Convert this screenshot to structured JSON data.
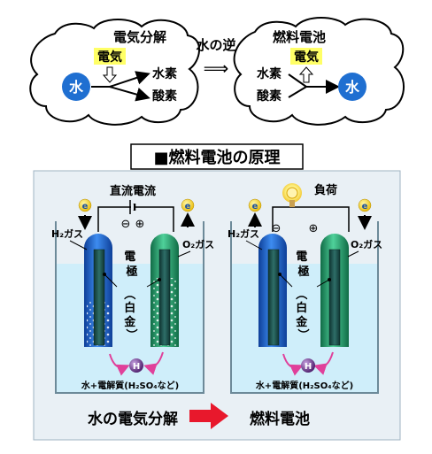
{
  "top": {
    "left": {
      "title": "電気分解",
      "energy_label": "電気",
      "input_circle": "水",
      "output_1": "水素",
      "output_2": "酸素"
    },
    "center_label": "水の逆",
    "arrow_glyph": "⟹",
    "right": {
      "title": "燃料電池",
      "energy_label": "電気",
      "input_1": "水素",
      "input_2": "酸素",
      "output_circle": "水"
    }
  },
  "section_title": "■燃料電池の原理",
  "electrolysis_panel": {
    "current_label": "直流電流",
    "minus_sign": "⊖",
    "plus_sign": "⊕",
    "electron": "e",
    "h2_gas": "H₂ガス",
    "o2_gas": "O₂ガス",
    "electrode_label": "電極",
    "electrode_material": "（白金）",
    "ion_label": "H",
    "electrolyte": "水+電解質(H₂SO₄など)"
  },
  "fuel_cell_panel": {
    "load_label": "負荷",
    "minus_sign": "⊖",
    "plus_sign": "⊕",
    "electron": "e",
    "h2_gas": "H₂ガス",
    "o2_gas": "O₂ガス",
    "electrode_label": "電極",
    "electrode_material": "（白金）",
    "ion_label": "H",
    "electrolyte": "水+電解質(H₂SO₄など)"
  },
  "bottom": {
    "left_label": "水の電気分解",
    "right_label": "燃料電池"
  },
  "colors": {
    "blue_circle": "#1f6fd1",
    "yellow_highlight": "#ffff66",
    "panel_bg": "#e9f0f5",
    "water": "#cfeefa",
    "h2_electrode": "#1e64c8",
    "o2_electrode": "#27a36b",
    "plate": "#1d4f4c",
    "ion": "#5b2a7a",
    "arrow_red": "#e8182c",
    "ion_arrow": "#e0409a"
  }
}
